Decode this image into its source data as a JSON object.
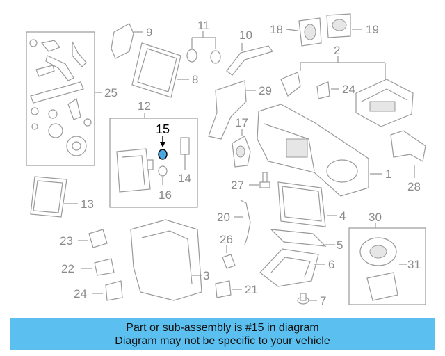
{
  "diagram": {
    "callouts": {
      "c1": "1",
      "c2": "2",
      "c3": "3",
      "c4": "4",
      "c5": "5",
      "c6": "6",
      "c7": "7",
      "c8": "8",
      "c9": "9",
      "c10": "10",
      "c11": "11",
      "c12": "12",
      "c13": "13",
      "c14": "14",
      "c15": "15",
      "c16": "16",
      "c17": "17",
      "c18": "18",
      "c19": "19",
      "c20": "20",
      "c21": "21",
      "c22": "22",
      "c23": "23",
      "c24a": "24",
      "c24b": "24",
      "c25": "25",
      "c26": "26",
      "c27": "27",
      "c28": "28",
      "c29": "29",
      "c30": "30",
      "c31": "31"
    },
    "highlight_color": "#4aa8e0",
    "part_line_color": "#9a9a9a"
  },
  "banner": {
    "line1": "Part or sub-assembly is #15 in diagram",
    "line2": "Diagram may not be specific to your vehicle",
    "background": "#5bc0f0"
  }
}
